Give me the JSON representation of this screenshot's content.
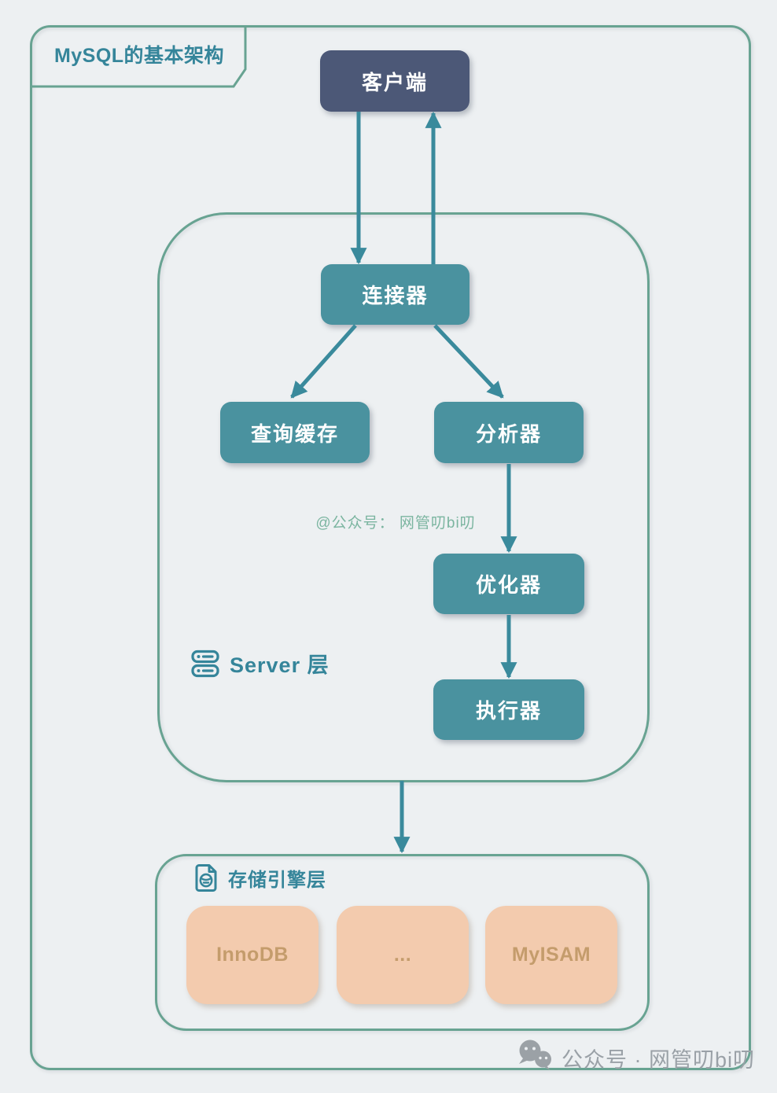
{
  "title": "MySQL的基本架构",
  "nodes": {
    "client": "客户端",
    "connector": "连接器",
    "query_cache": "查询缓存",
    "analyzer": "分析器",
    "optimizer": "优化器",
    "executor": "执行器"
  },
  "server_layer": {
    "label": "Server 层"
  },
  "storage_layer": {
    "label": "存储引擎层",
    "engines": [
      "InnoDB",
      "...",
      "MyISAM"
    ]
  },
  "watermarks": {
    "center": "@公众号： 网管叨bi叨",
    "bottom": "公众号 · 网管叨bi叨"
  },
  "icons": {
    "server_layer": "server-stack-icon",
    "storage_layer": "file-database-icon",
    "bottom_watermark": "wechat-icon"
  },
  "colors": {
    "background": "#edf0f2",
    "container_border": "#68a392",
    "node_teal": "#4a929f",
    "node_dark": "#4c5877",
    "arrow": "#3a8a9c",
    "title_text": "#35859a",
    "watermark_green": "#7bb5a0",
    "watermark_gray": "#9aa1a7",
    "engine_fill": "#f3cbae",
    "engine_text": "#c49c6c"
  }
}
